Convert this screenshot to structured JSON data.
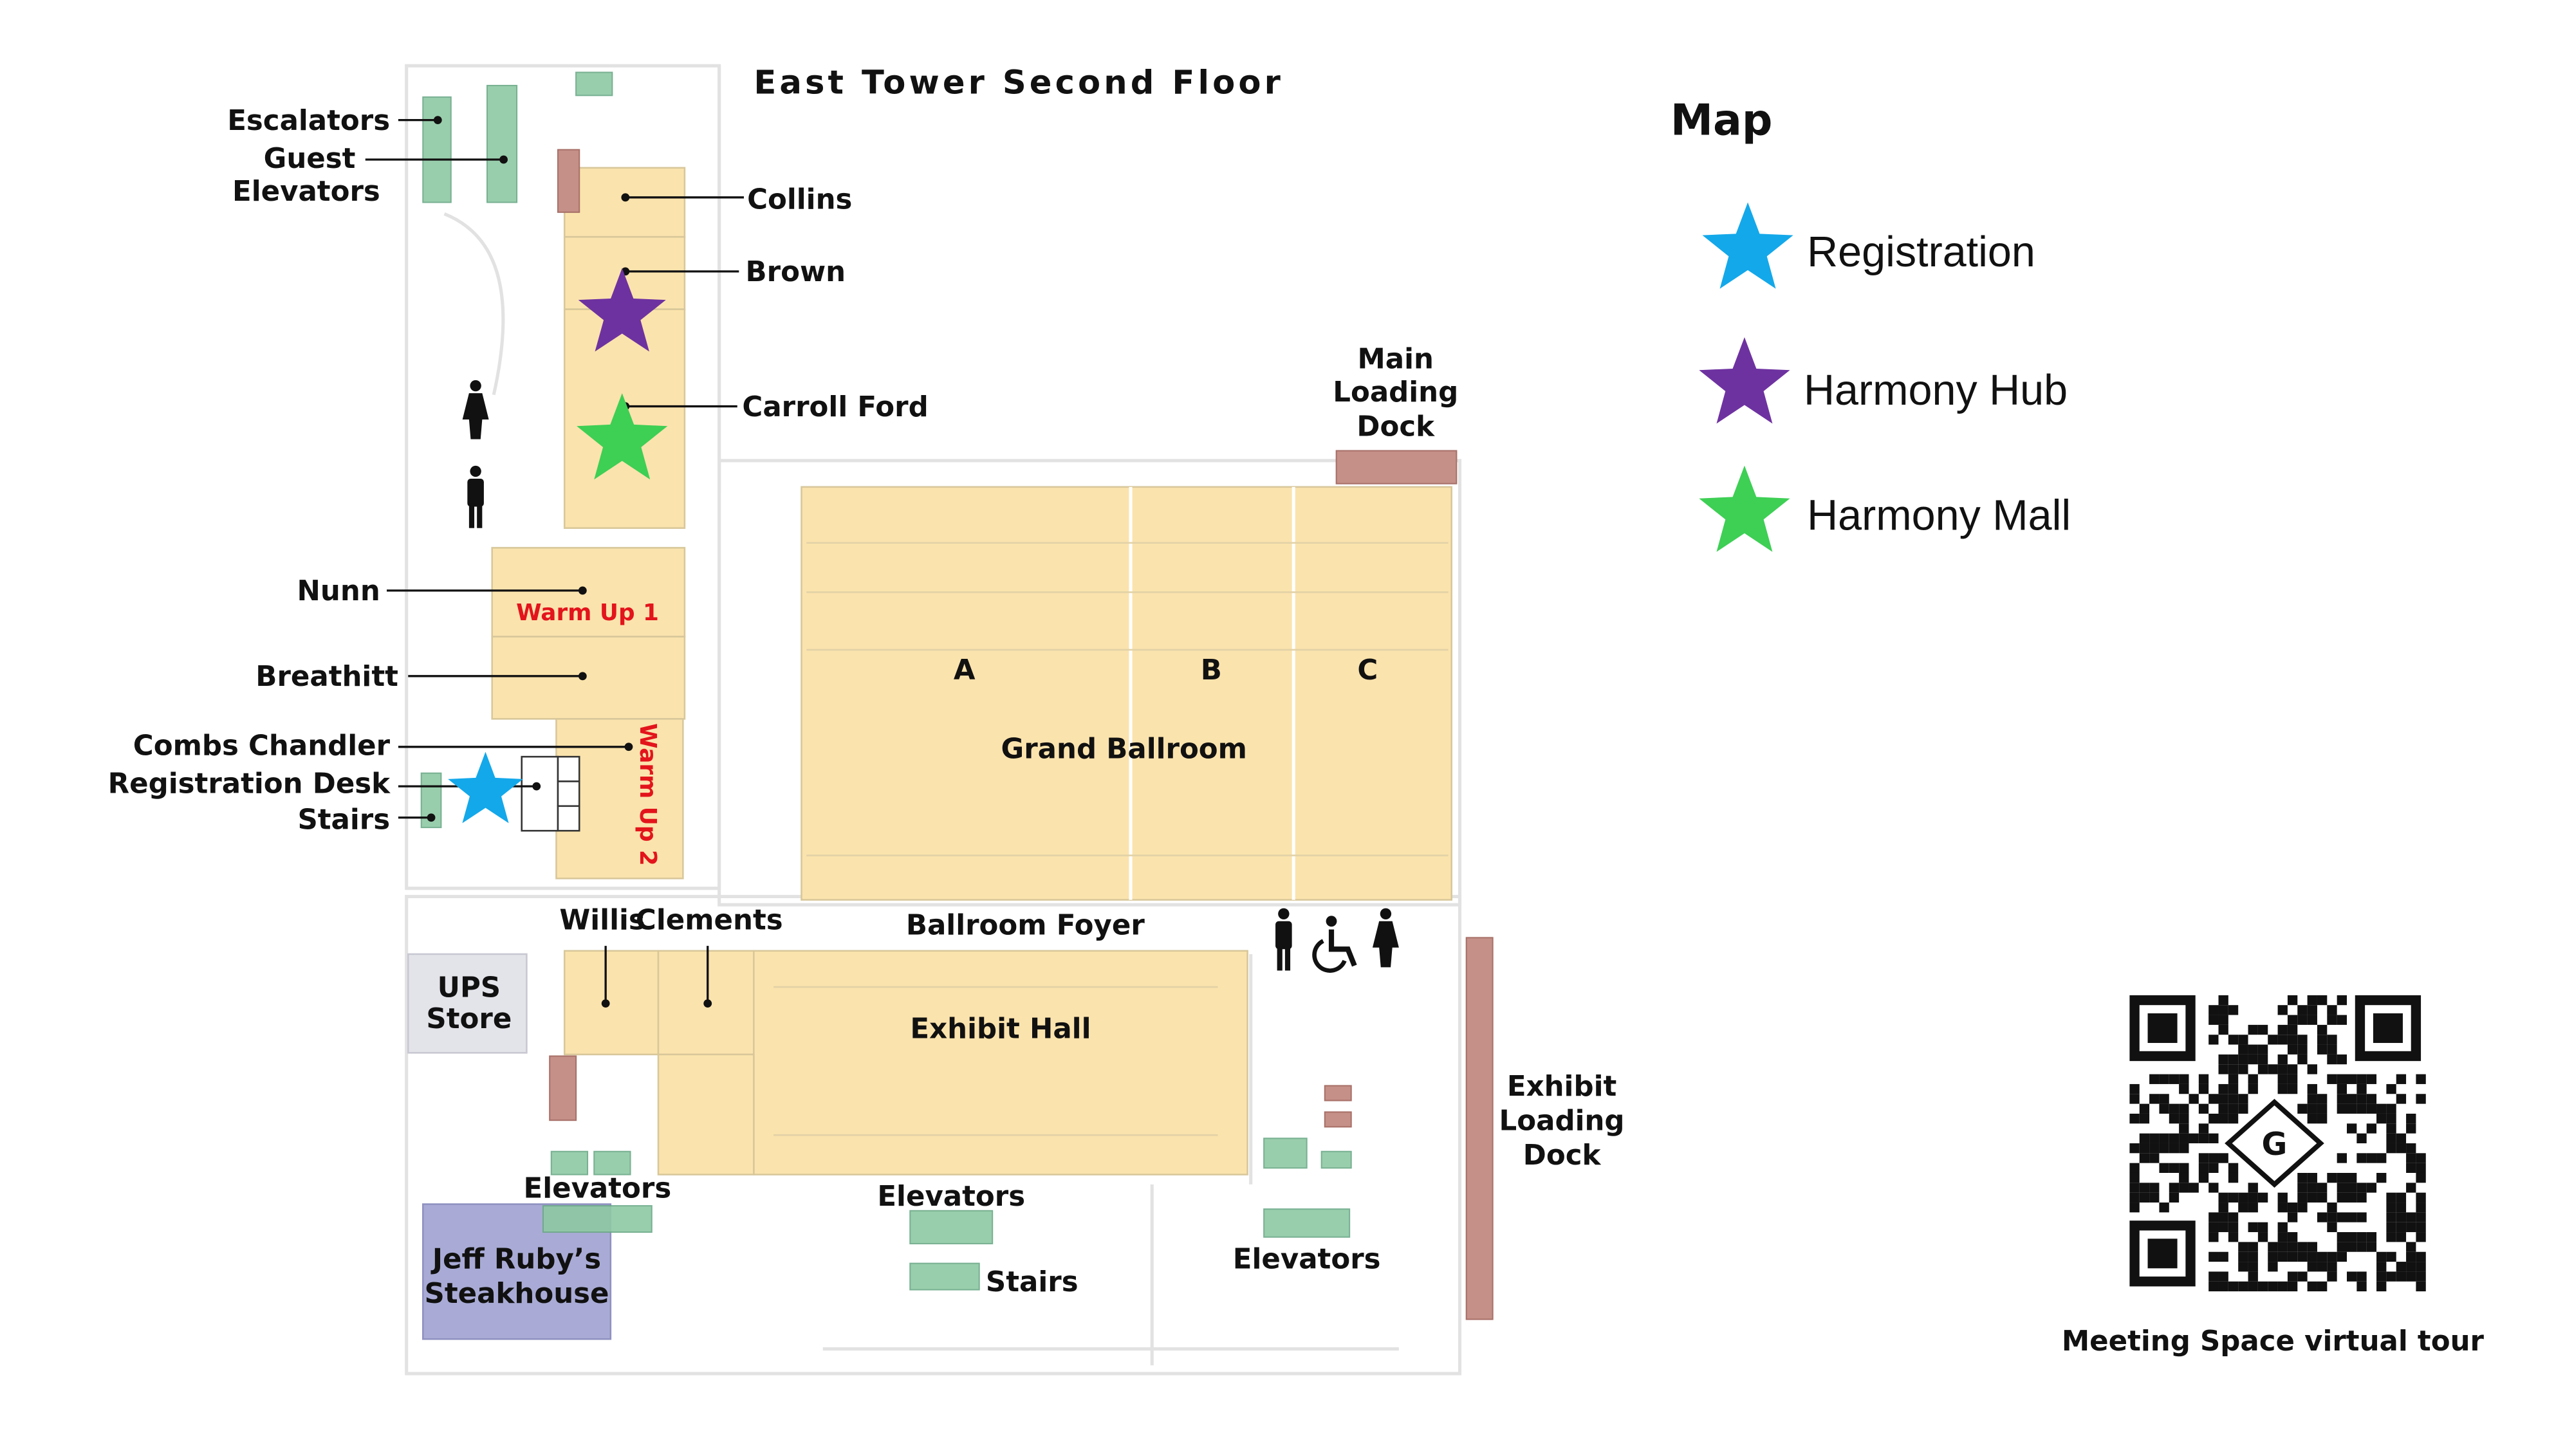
{
  "title": "East Tower Second Floor",
  "legend": {
    "title": "Map",
    "items": [
      {
        "label": "Registration",
        "color": "#13a8ea",
        "icon": "star-icon"
      },
      {
        "label": "Harmony Hub",
        "color": "#6e32a0",
        "icon": "star-icon"
      },
      {
        "label": "Harmony Mall",
        "color": "#3ecf55",
        "icon": "star-icon"
      }
    ]
  },
  "labels": {
    "escalators": "Escalators",
    "guest": "Guest",
    "elevators_word": "Elevators",
    "collins": "Collins",
    "brown": "Brown",
    "carroll_ford": "Carroll Ford",
    "main_loading_1": "Main",
    "main_loading_2": "Loading",
    "main_loading_3": "Dock",
    "nunn": "Nunn",
    "warm_up_1": "Warm Up 1",
    "breathitt": "Breathitt",
    "combs_chandler": "Combs Chandler",
    "registration_desk": "Registration Desk",
    "stairs": "Stairs",
    "warm_up_2": "Warm Up 2",
    "ballroom_a": "A",
    "ballroom_b": "B",
    "ballroom_c": "C",
    "grand_ballroom": "Grand Ballroom",
    "ballroom_foyer": "Ballroom Foyer",
    "willis": "Willis",
    "clements": "Clements",
    "ups_1": "UPS",
    "ups_2": "Store",
    "exhibit_hall": "Exhibit Hall",
    "exhibit_loading_1": "Exhibit",
    "exhibit_loading_2": "Loading",
    "exhibit_loading_3": "Dock",
    "elevators_left": "Elevators",
    "elevators_center": "Elevators",
    "stairs_bottom": "Stairs",
    "elevators_right": "Elevators",
    "jeff_ruby_1": "Jeff Ruby’s",
    "jeff_ruby_2": "Steakhouse"
  },
  "qr": {
    "caption": "Meeting Space virtual tour",
    "center_letter": "G"
  }
}
